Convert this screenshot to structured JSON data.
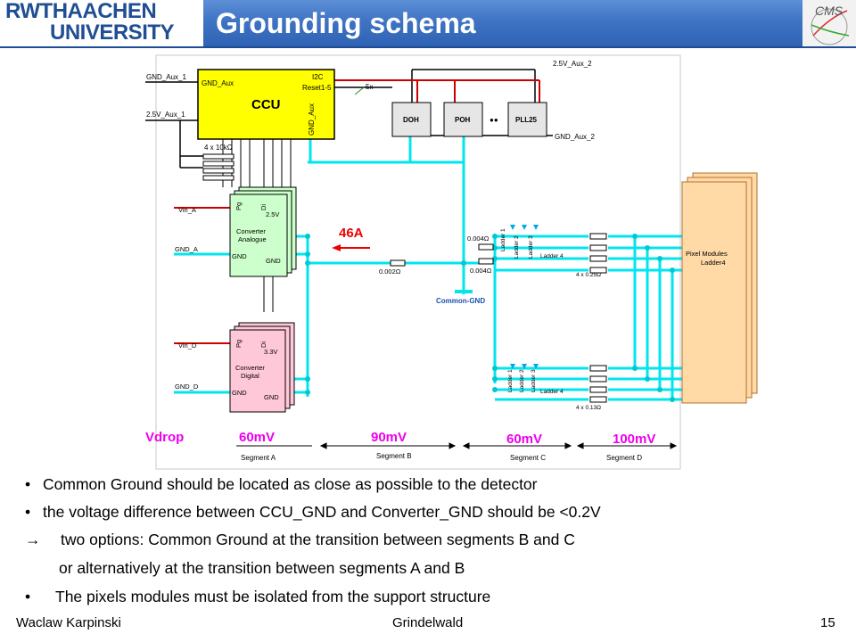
{
  "header": {
    "logo_line1": "RWTHAACHEN",
    "logo_line2": "UNIVERSITY",
    "title": "Grounding schema",
    "cms_logo": "CMS"
  },
  "diagram": {
    "gnd_aux_1": "GND_Aux_1",
    "v25_aux_1": "2.5V_Aux_1",
    "v25_aux_2": "2.5V_Aux_2",
    "gnd_aux_2": "GND_Aux_2",
    "ccu": {
      "gnd_aux": "GND_Aux",
      "i2c": "I2C",
      "reset": "Reset1-5",
      "name": "CCU",
      "gnd_aux_v": "GND_Aux"
    },
    "res_4x10k": "4 x 10kΩ",
    "doh": "DOH",
    "poh": "POH",
    "dots": "●●",
    "pll": "PLL25",
    "fivex": "5x",
    "vin_a": "Vin_A",
    "gnd_a": "GND_A",
    "vin_d": "Vin_D",
    "gnd_d": "GND_D",
    "conv_a": {
      "pg": "Pg",
      "di": "Di",
      "v": "2.5V",
      "name1": "Converter",
      "name2": "Analogue",
      "gnd_l": "GND",
      "gnd_r": "GND"
    },
    "conv_d": {
      "pg": "Pg",
      "di": "Di",
      "v": "3.3V",
      "name1": "Converter",
      "name2": "Digital",
      "gnd_l": "GND",
      "gnd_r": "GND"
    },
    "current": "46A",
    "r_0002": "0.002Ω",
    "r_0004a": "0.004Ω",
    "r_0004b": "0.004Ω",
    "common_gnd": "Common-GND",
    "ladder1": "Ladder 1",
    "ladder2": "Ladder 2",
    "ladder3": "Ladder 3",
    "ladder4": "Ladder 4",
    "r_4x025": "4 x 0.25Ω",
    "r_4x013": "4 x 0.13Ω",
    "pixel1": "Pixel Modules",
    "pixel2": "Ladder4",
    "vdrop": "Vdrop",
    "drop_a": "60mV",
    "drop_b": "90mV",
    "drop_c": "60mV",
    "drop_d": "100mV",
    "seg_a": "Segment A",
    "seg_b": "Segment B",
    "seg_c": "Segment C",
    "seg_d": "Segment D"
  },
  "bullets": [
    {
      "marker": "•",
      "text": "Common Ground should be located as close as possible to the detector"
    },
    {
      "marker": "•",
      "text": "the voltage difference between CCU_GND and Converter_GND should be <0.2V"
    },
    {
      "marker": "→",
      "text": "two options:  Common Ground at the transition between segments B and C"
    },
    {
      "marker": "",
      "text": "or alternatively at the transition between segments A and B"
    },
    {
      "marker": "•",
      "text": "The pixels modules must be isolated from the support structure"
    }
  ],
  "footer": {
    "author": "Waclaw Karpinski",
    "venue": "Grindelwald",
    "page": "15"
  },
  "colors": {
    "cyan": "#00e5ee",
    "red": "#cc0000",
    "ccu_yellow": "#ffff00",
    "arrow_red": "#ee0000",
    "header_blue": "#3f74c4"
  }
}
